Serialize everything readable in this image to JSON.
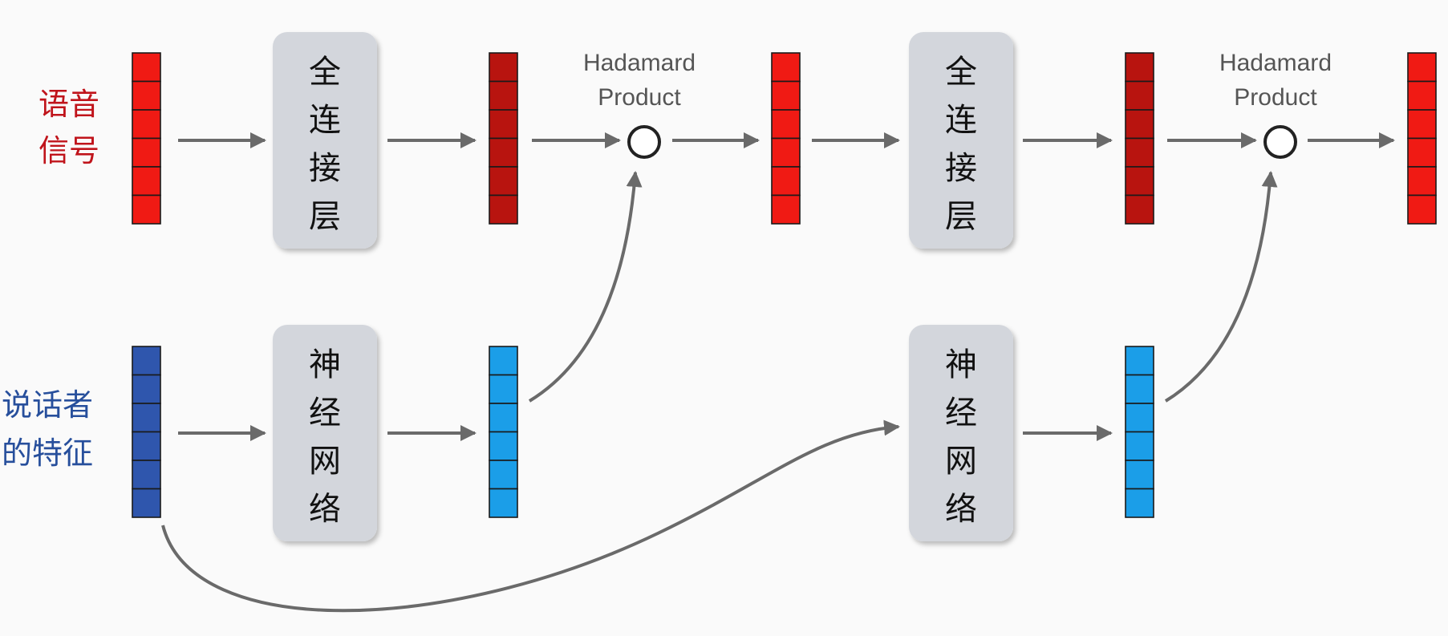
{
  "labels": {
    "speech_line1": "语音",
    "speech_line2": "信号",
    "speaker_line1": "说话者",
    "speaker_line2": "的特征"
  },
  "boxes": {
    "fc1": [
      "全",
      "连",
      "接",
      "层"
    ],
    "nn1": [
      "神",
      "经",
      "网",
      "络"
    ],
    "fc2": [
      "全",
      "连",
      "接",
      "层"
    ],
    "nn2": [
      "神",
      "经",
      "网",
      "络"
    ]
  },
  "hadamard": {
    "h1_line1": "Hadamard",
    "h1_line2": "Product",
    "h2_line1": "Hadamard",
    "h2_line2": "Product"
  },
  "colors": {
    "red_vector": "#f01a14",
    "dark_red_vector": "#b8140f",
    "dark_blue_vector": "#2f56ad",
    "light_blue_vector": "#1b9ee8",
    "box_fill": "#d3d6dc",
    "arrow": "#6a6a6a"
  },
  "icons": {
    "hadamard_operator": "circle-operator-icon",
    "arrow": "arrow-right-icon"
  }
}
